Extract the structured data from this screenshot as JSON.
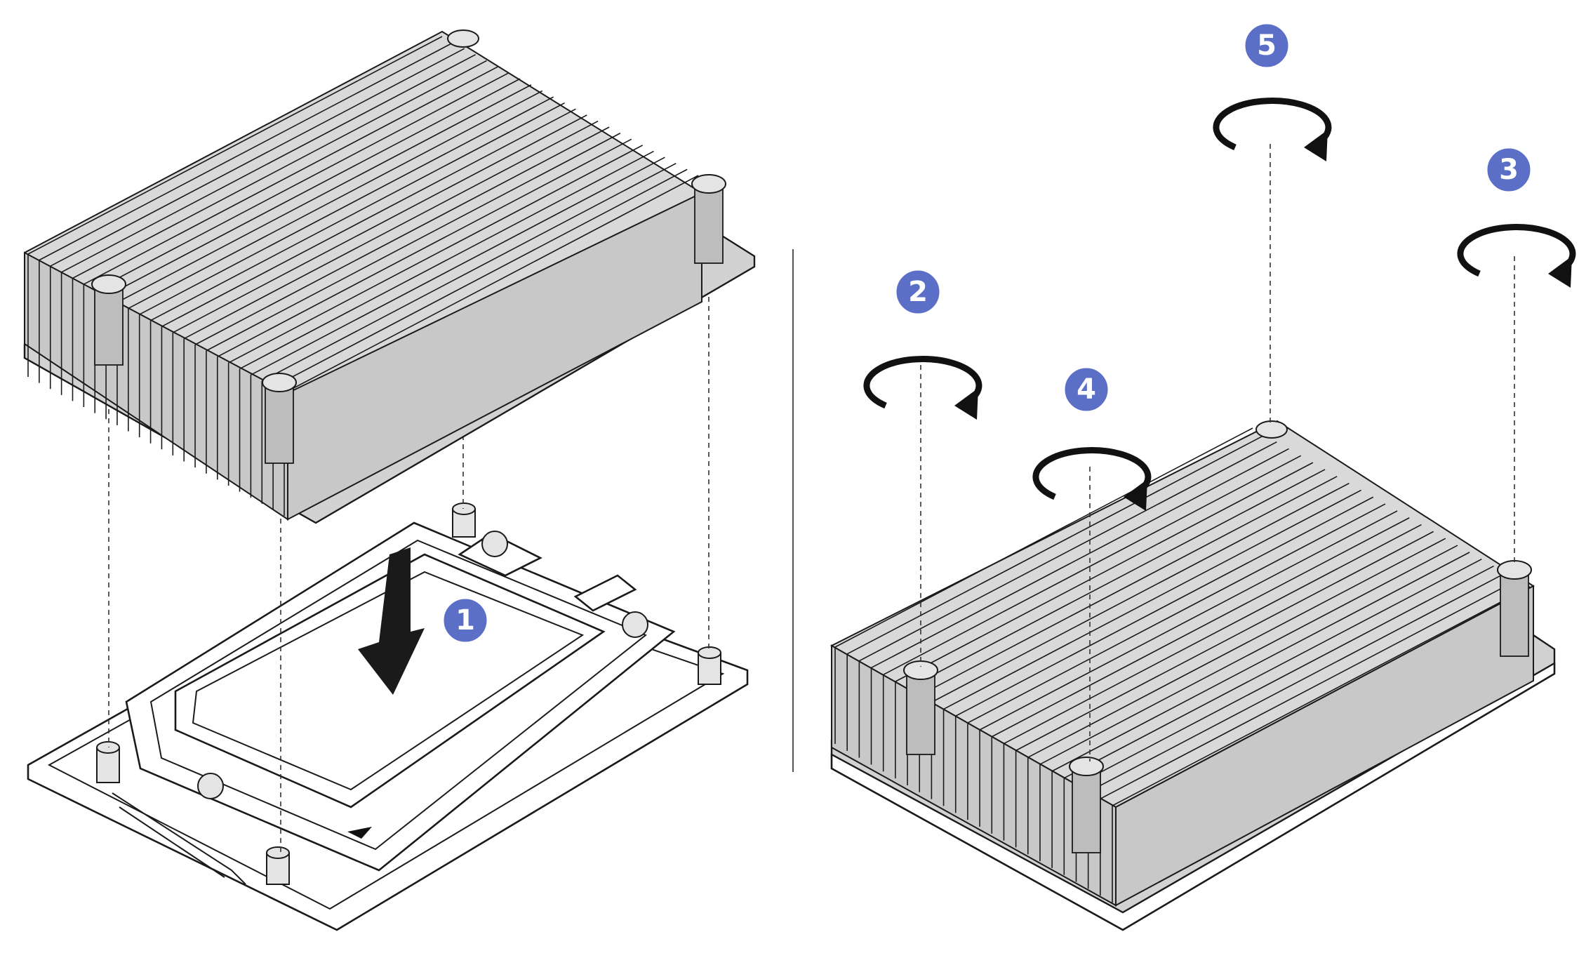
{
  "steps": [
    {
      "label": "1"
    },
    {
      "label": "2"
    },
    {
      "label": "3"
    },
    {
      "label": "4"
    },
    {
      "label": "5"
    }
  ],
  "colors": {
    "badge": "#5b6fc7",
    "metal": "#c8c8c8",
    "outline": "#1a1a1a"
  }
}
